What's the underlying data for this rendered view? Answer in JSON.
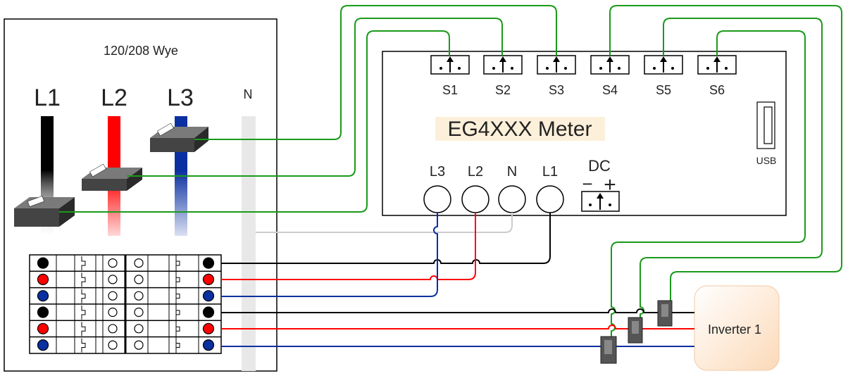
{
  "panel": {
    "title": "120/208 Wye",
    "phases": [
      {
        "label": "L1",
        "color": "#000000"
      },
      {
        "label": "L2",
        "color": "#ff0000"
      },
      {
        "label": "L3",
        "color": "#0033aa"
      },
      {
        "label": "N",
        "color": "#dddddd"
      }
    ]
  },
  "meter": {
    "title": "EG4XXX Meter",
    "sensor_ports": [
      "S1",
      "S2",
      "S3",
      "S4",
      "S5",
      "S6"
    ],
    "voltage_inputs": [
      "L3",
      "L2",
      "N",
      "L1"
    ],
    "dc_label": "DC",
    "dc_minus": "−",
    "dc_plus": "+",
    "usb_label": "USB"
  },
  "inverter": {
    "label": "Inverter 1"
  },
  "colors": {
    "ct_wire": "#1a9a1a",
    "l1": "#000000",
    "l2": "#ff0000",
    "l3": "#0a2fa0",
    "neutral": "#cccccc",
    "inverter_bg": "#fde9d3"
  }
}
